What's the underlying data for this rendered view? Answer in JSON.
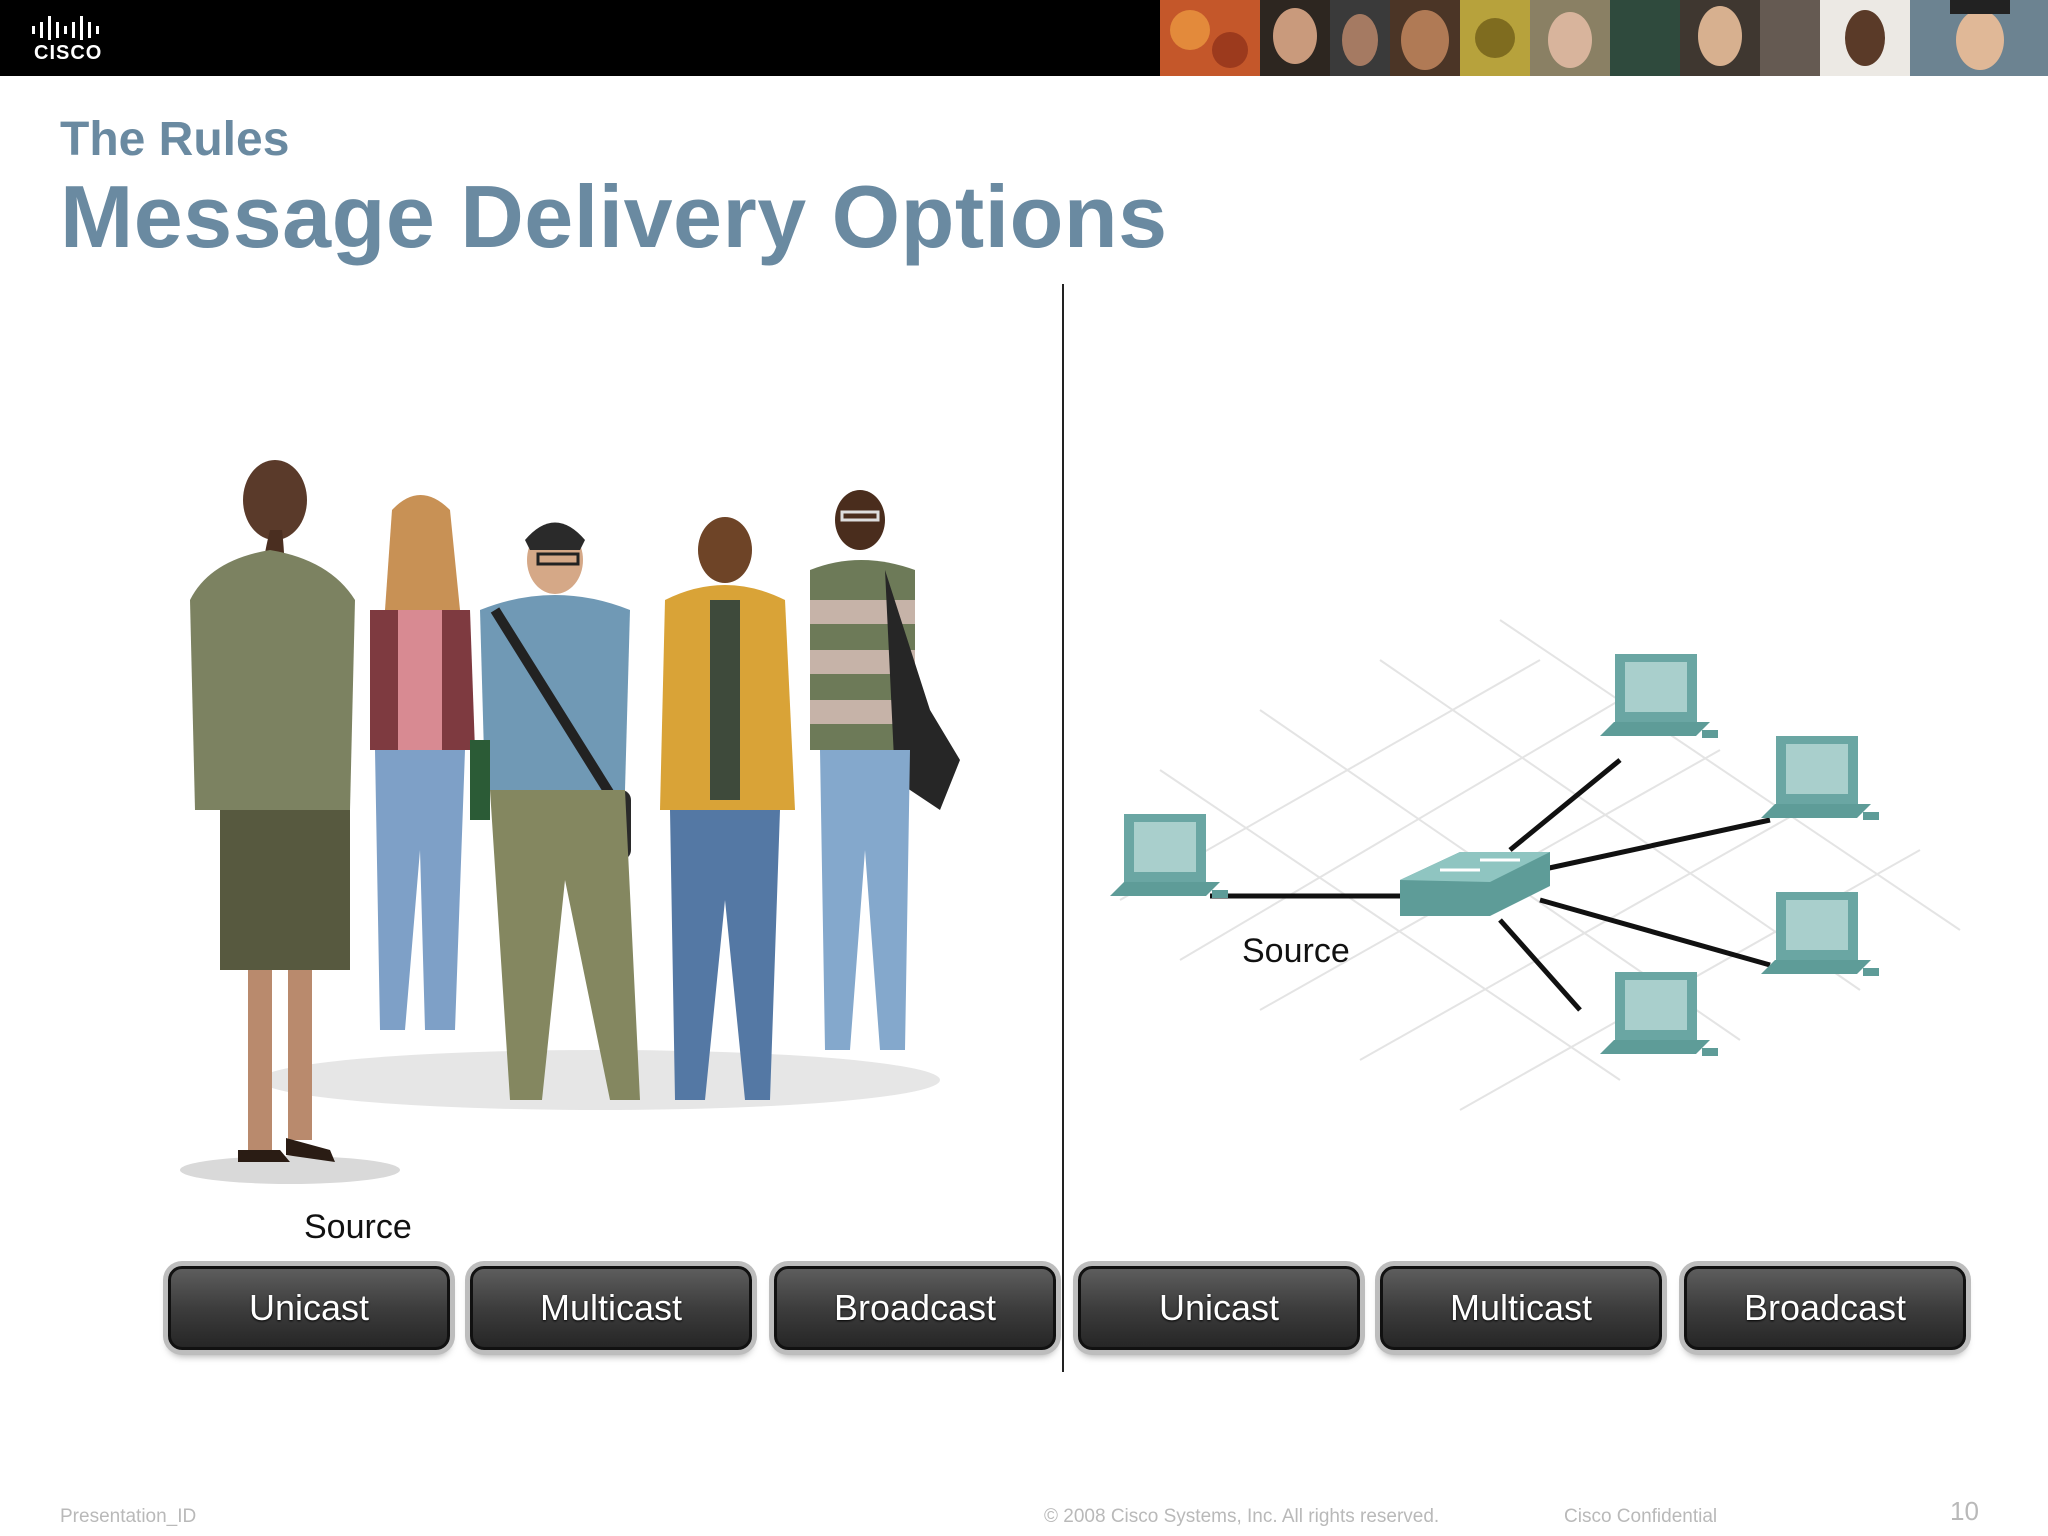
{
  "header": {
    "logo_text": "CISCO",
    "photo_strip_icon": "people-photo-strip"
  },
  "slide": {
    "subtitle": "The Rules",
    "title": "Message Delivery Options"
  },
  "left_panel": {
    "source_label": "Source",
    "buttons": [
      "Unicast",
      "Multicast",
      "Broadcast"
    ]
  },
  "right_panel": {
    "source_label": "Source",
    "buttons": [
      "Unicast",
      "Multicast",
      "Broadcast"
    ]
  },
  "footer": {
    "presentation_id": "Presentation_ID",
    "copyright": "© 2008 Cisco Systems, Inc. All rights reserved.",
    "confidential": "Cisco Confidential",
    "page_number": "10"
  },
  "colors": {
    "title": "#6a8aa1",
    "button_bg": "#3d3d3d",
    "computer_teal": "#6aa6a3"
  }
}
